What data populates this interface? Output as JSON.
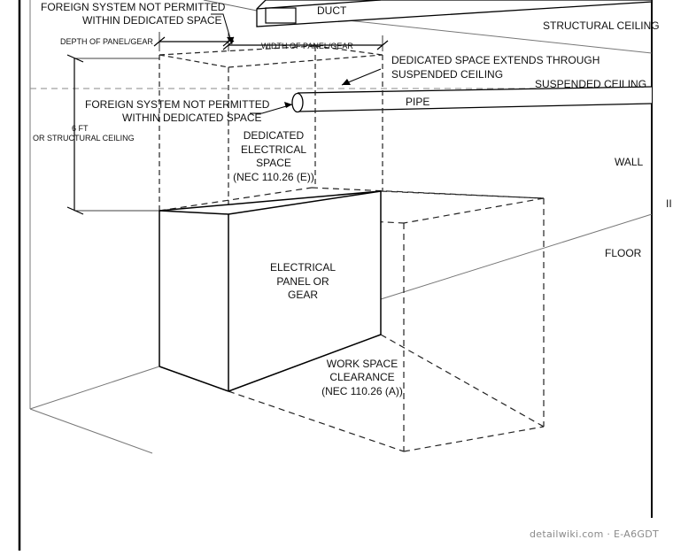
{
  "labels": {
    "foreign_top_1": "FOREIGN SYSTEM NOT PERMITTED",
    "foreign_top_2": "WITHIN DEDICATED SPACE",
    "duct": "DUCT",
    "structural_ceiling": "STRUCTURAL CEILING",
    "depth_of_panel": "DEPTH OF PANEL/GEAR",
    "width_of_panel": "WIDTH OF PANEL/GEAR",
    "dedicated_extends_1": "DEDICATED SPACE EXTENDS THROUGH",
    "dedicated_extends_2": "SUSPENDED CEILING",
    "suspended_ceiling": "SUSPENDED CEILING",
    "foreign_mid_1": "FOREIGN SYSTEM NOT PERMITTED",
    "foreign_mid_2": "WITHIN DEDICATED SPACE",
    "pipe": "PIPE",
    "six_ft_1": "6 FT",
    "six_ft_2": "OR STRUCTURAL CEILING",
    "ded_elec_1": "DEDICATED",
    "ded_elec_2": "ELECTRICAL",
    "ded_elec_3": "SPACE",
    "ded_elec_4": "(NEC 110.26 (E))",
    "wall": "WALL",
    "floor": "FLOOR",
    "panel_1": "ELECTRICAL",
    "panel_2": "PANEL OR",
    "panel_3": "GEAR",
    "work_1": "WORK SPACE",
    "work_2": "CLEARANCE",
    "work_3": "(NEC 110.26 (A))",
    "edge_mark": "II",
    "watermark": "detailwiki.com · E-A6GDT"
  }
}
